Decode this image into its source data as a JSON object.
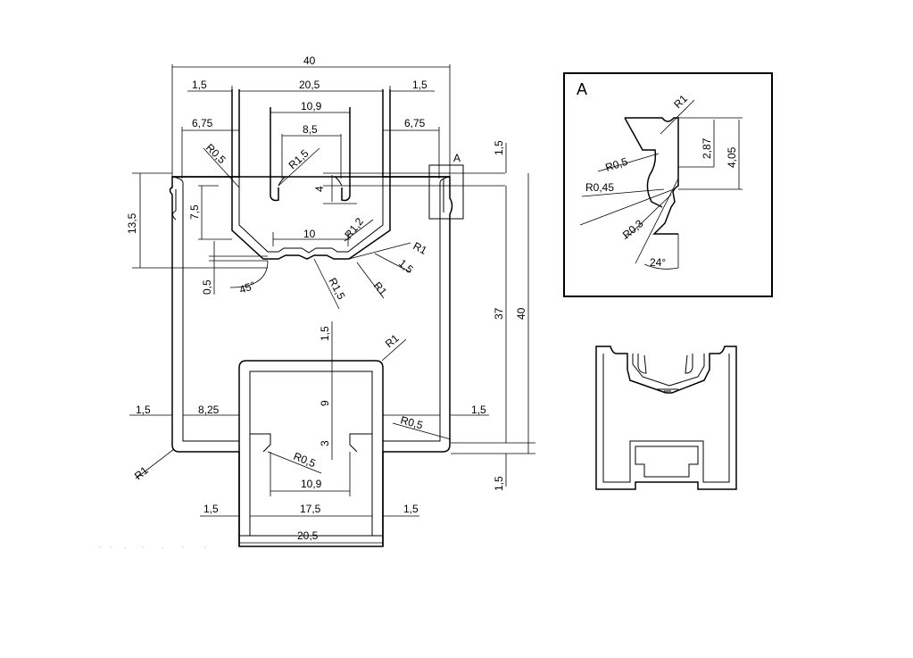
{
  "main_view": {
    "dims": {
      "d40_top": "40",
      "d1_5_tl": "1,5",
      "d20_5_top": "20,5",
      "d1_5_tr": "1,5",
      "d10_9_top": "10,9",
      "d8_5": "8,5",
      "d6_75_l": "6,75",
      "d6_75_r": "6,75",
      "r0_5_tl": "R0,5",
      "r1_5_top": "R1,5",
      "d4": "4",
      "d13_5": "13,5",
      "d7_5": "7,5",
      "d10": "10",
      "r1_2": "R1,2",
      "r1_right": "R1",
      "d1_5_diag": "1,5",
      "r1_lower": "R1",
      "r1_5_bottom": "R1,5",
      "d0_5": "0,5",
      "a45": "45°",
      "d1_5_rv_top": "1,5",
      "d37": "37",
      "d40_right": "40",
      "d1_5_mid": "1,5",
      "r1_slot": "R1",
      "d9": "9",
      "d3": "3",
      "d1_5_left": "1,5",
      "d8_25": "8,25",
      "d1_5_right": "1,5",
      "r0_5_right": "R0,5",
      "r1_corner": "R1",
      "r0_5_slot": "R0,5",
      "d10_9_bottom": "10,9",
      "d1_5_bl": "1,5",
      "d17_5": "17,5",
      "d1_5_br": "1,5",
      "d20_5_bottom": "20,5",
      "d1_5_rv_bottom": "1,5"
    },
    "detail_marker": "A"
  },
  "detail_view": {
    "title": "A",
    "dims": {
      "r1": "R1",
      "d2_87": "2,87",
      "d4_05": "4,05",
      "r0_5": "R0,5",
      "r0_45": "R0,45",
      "r0_3": "R0,3",
      "a24": "24°"
    }
  }
}
